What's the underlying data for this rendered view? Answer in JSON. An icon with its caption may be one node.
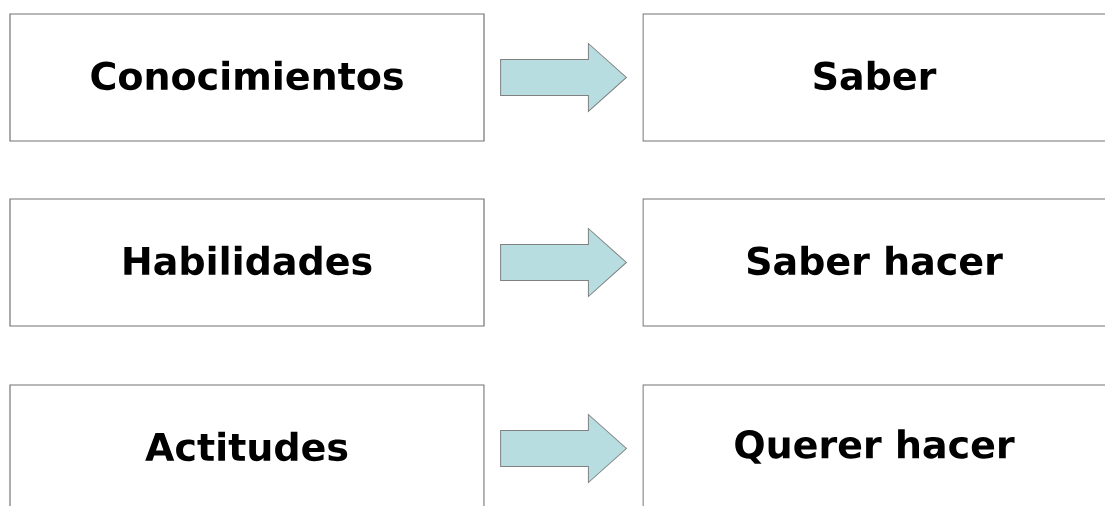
{
  "diagram": {
    "nodes": [
      {
        "text": [
          "Conocimientos"
        ]
      },
      {
        "text": [
          "Saber"
        ]
      },
      {
        "text": [
          "Habilidades"
        ]
      },
      {
        "text": [
          "Saber hacer"
        ]
      },
      {
        "text": [
          "Actitudes"
        ]
      },
      {
        "text": [
          "Querer hacer"
        ]
      }
    ],
    "edges": [
      {
        "from": 0,
        "to": 1,
        "arrow": "to"
      },
      {
        "from": 2,
        "to": 3,
        "arrow": "to"
      },
      {
        "from": 4,
        "to": 5,
        "arrow": "to"
      }
    ]
  }
}
